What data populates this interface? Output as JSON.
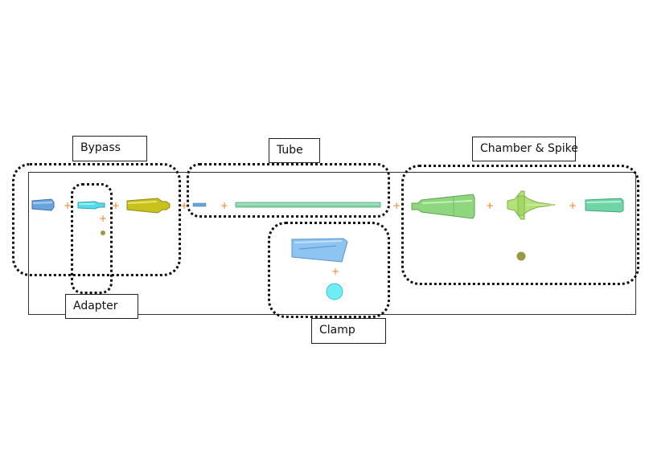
{
  "labels": {
    "bypass": "Bypass",
    "tube": "Tube",
    "chamber_spike": "Chamber & Spike",
    "adapter": "Adapter",
    "clamp": "Clamp"
  },
  "colors": {
    "bypass_part": "#6aa4dc",
    "adapter_part": "#54dde6",
    "yellow_part": "#c8c21c",
    "tube_part": "#86d4a8",
    "chamber_part": "#8fd77e",
    "spike_part": "#b4e27a",
    "end_part": "#6fd5a6",
    "clamp_body": "#8cc4f2",
    "clamp_wheel": "#6fecf6",
    "olive_dot": "#9a9a42",
    "plus_sign": "#f08020",
    "border": "#111111"
  }
}
